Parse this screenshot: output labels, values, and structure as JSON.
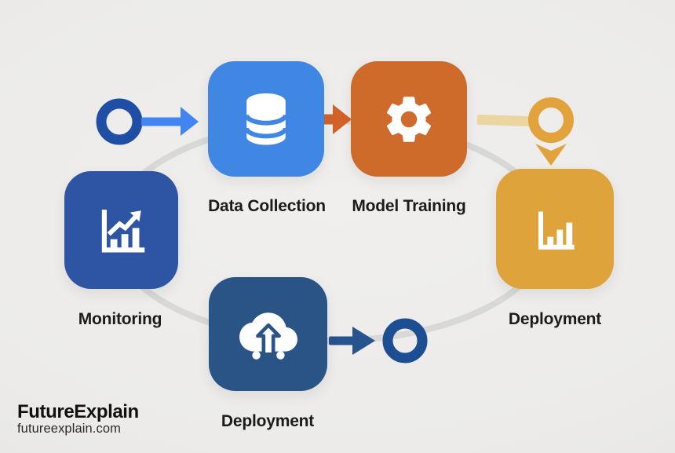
{
  "brand": {
    "name": "FutureExplain",
    "domain": "futureexplain.com"
  },
  "diagram": {
    "type": "cycle-flow",
    "background_color": "#ECEBE9",
    "nodes": [
      {
        "id": "data-collection",
        "label": "Data Collection",
        "icon": "database-icon",
        "color": "#3F87E3"
      },
      {
        "id": "model-training",
        "label": "Model Training",
        "icon": "gear-icon",
        "color": "#CE6B2B"
      },
      {
        "id": "deployment-right",
        "label": "Deployment",
        "icon": "bar-chart-icon",
        "color": "#DFA33C"
      },
      {
        "id": "deployment-bottom",
        "label": "Deployment",
        "icon": "cloud-upload-icon",
        "color": "#2A5486"
      },
      {
        "id": "monitoring",
        "label": "Monitoring",
        "icon": "trend-chart-icon",
        "color": "#2D55A4"
      }
    ],
    "connectors": {
      "loop_path_color": "#D8D8D6",
      "start_ring_color": "#1E4FA5",
      "blue_arrow_color": "#4285F2",
      "orange_arrow_color": "#D2622A",
      "tan_connector_color": "#EBD6A0",
      "gold_ring_color": "#E3A33C",
      "navy_arrow_color": "#27538E",
      "end_ring_color": "#1D4E94"
    }
  }
}
